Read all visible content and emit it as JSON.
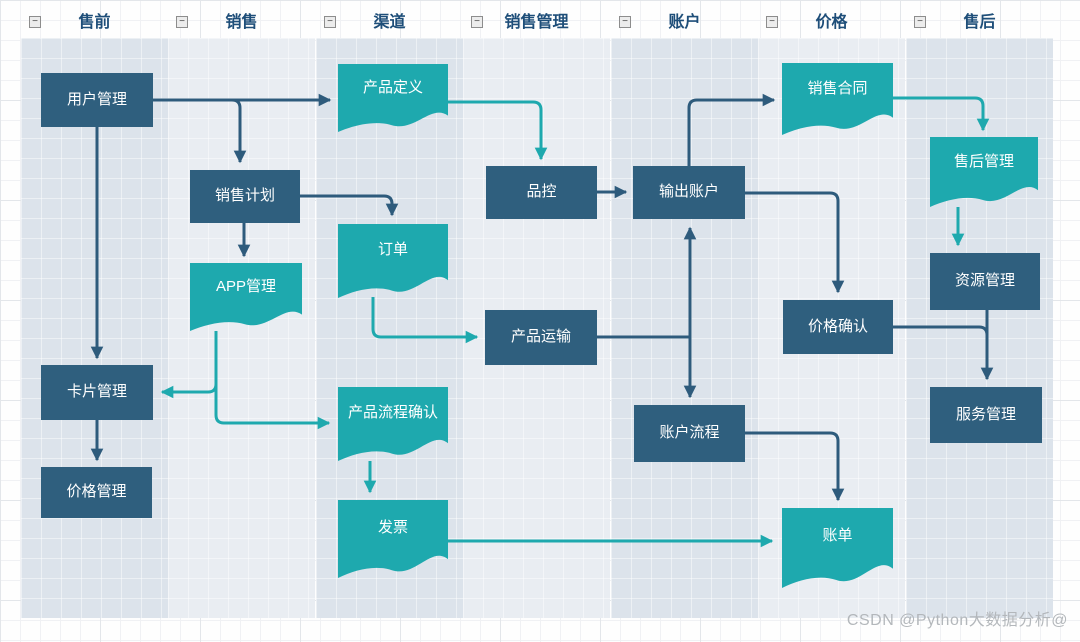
{
  "header": {
    "collapse_icon": {
      "name": "collapse-icon",
      "glyph": "−"
    },
    "lanes": [
      {
        "id": "presales",
        "label": "售前"
      },
      {
        "id": "sales",
        "label": "销售"
      },
      {
        "id": "channel",
        "label": "渠道"
      },
      {
        "id": "sales-management",
        "label": "销售管理"
      },
      {
        "id": "account",
        "label": "账户"
      },
      {
        "id": "price",
        "label": "价格"
      },
      {
        "id": "aftersales",
        "label": "售后"
      }
    ]
  },
  "nodes": {
    "user_management": {
      "label": "用户管理",
      "shape": "rect",
      "lane": "售前"
    },
    "sales_plan": {
      "label": "销售计划",
      "shape": "rect",
      "lane": "销售"
    },
    "app_management": {
      "label": "APP管理",
      "shape": "document",
      "lane": "销售"
    },
    "card_management": {
      "label": "卡片管理",
      "shape": "rect",
      "lane": "售前"
    },
    "price_management": {
      "label": "价格管理",
      "shape": "rect",
      "lane": "售前"
    },
    "product_definition": {
      "label": "产品定义",
      "shape": "document",
      "lane": "渠道"
    },
    "order": {
      "label": "订单",
      "shape": "document",
      "lane": "渠道"
    },
    "product_process_confirm": {
      "label": "产品流程确认",
      "shape": "document",
      "lane": "渠道"
    },
    "invoice": {
      "label": "发票",
      "shape": "document",
      "lane": "渠道"
    },
    "quality_control": {
      "label": "品控",
      "shape": "rect",
      "lane": "销售管理"
    },
    "product_transport": {
      "label": "产品运输",
      "shape": "rect",
      "lane": "销售管理"
    },
    "output_account": {
      "label": "输出账户",
      "shape": "rect",
      "lane": "账户"
    },
    "account_process": {
      "label": "账户流程",
      "shape": "rect",
      "lane": "账户"
    },
    "sales_contract": {
      "label": "销售合同",
      "shape": "document",
      "lane": "价格"
    },
    "price_confirm": {
      "label": "价格确认",
      "shape": "rect",
      "lane": "价格"
    },
    "bill": {
      "label": "账单",
      "shape": "document",
      "lane": "价格"
    },
    "aftersales_management": {
      "label": "售后管理",
      "shape": "document",
      "lane": "售后"
    },
    "resource_management": {
      "label": "资源管理",
      "shape": "rect",
      "lane": "售后"
    },
    "service_management": {
      "label": "服务管理",
      "shape": "rect",
      "lane": "售后"
    }
  },
  "edges": [
    {
      "from": "用户管理",
      "to": "产品定义"
    },
    {
      "from": "用户管理",
      "to": "销售计划"
    },
    {
      "from": "用户管理",
      "to": "卡片管理"
    },
    {
      "from": "卡片管理",
      "to": "价格管理"
    },
    {
      "from": "销售计划",
      "to": "订单"
    },
    {
      "from": "销售计划",
      "to": "APP管理"
    },
    {
      "from": "APP管理",
      "to": "卡片管理"
    },
    {
      "from": "APP管理",
      "to": "产品流程确认"
    },
    {
      "from": "产品定义",
      "to": "品控"
    },
    {
      "from": "品控",
      "to": "输出账户"
    },
    {
      "from": "订单",
      "to": "产品运输"
    },
    {
      "from": "产品运输",
      "to": "输出账户"
    },
    {
      "from": "产品运输",
      "to": "账户流程"
    },
    {
      "from": "输出账户",
      "to": "销售合同"
    },
    {
      "from": "输出账户",
      "to": "价格确认"
    },
    {
      "from": "销售合同",
      "to": "售后管理"
    },
    {
      "from": "售后管理",
      "to": "资源管理"
    },
    {
      "from": "资源管理",
      "to": "服务管理"
    },
    {
      "from": "价格确认",
      "to": "服务管理"
    },
    {
      "from": "产品流程确认",
      "to": "发票"
    },
    {
      "from": "发票",
      "to": "账单"
    },
    {
      "from": "账户流程",
      "to": "账单"
    }
  ],
  "colors": {
    "node_dark": "#2f5f7e",
    "node_teal": "#1ea9ae",
    "edge_dark": "#2e5b7c",
    "edge_teal": "#1ea9ae",
    "lane_dark": "#dce3eb",
    "lane_light": "#e9edf2",
    "lane_title": "#1e4e79"
  },
  "watermark": "CSDN @Python大数据分析@"
}
